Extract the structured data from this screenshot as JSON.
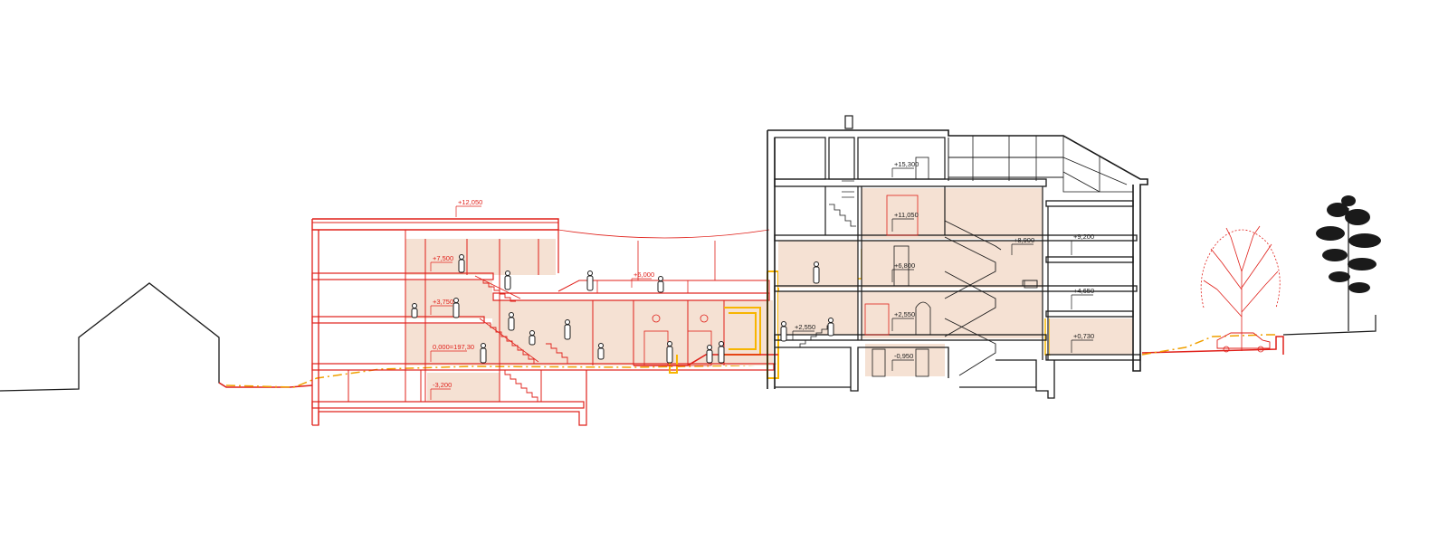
{
  "colors": {
    "new_building": "#e0201a",
    "existing_building": "#1a1a1a",
    "interior_fill": "#f5e1d3",
    "terrain_line": "#f0a000",
    "highlight": "#f7b500"
  },
  "levels_new": [
    "+12,050",
    "+7,500",
    "+6,000",
    "+3,750",
    "0,000=197,30",
    "-3,200"
  ],
  "levels_existing": [
    "+15,300",
    "+11,050",
    "+8,900",
    "+9,200",
    "+6,800",
    "+4,650",
    "+2,550",
    "+2,550",
    "+0,730",
    "-0,950"
  ]
}
